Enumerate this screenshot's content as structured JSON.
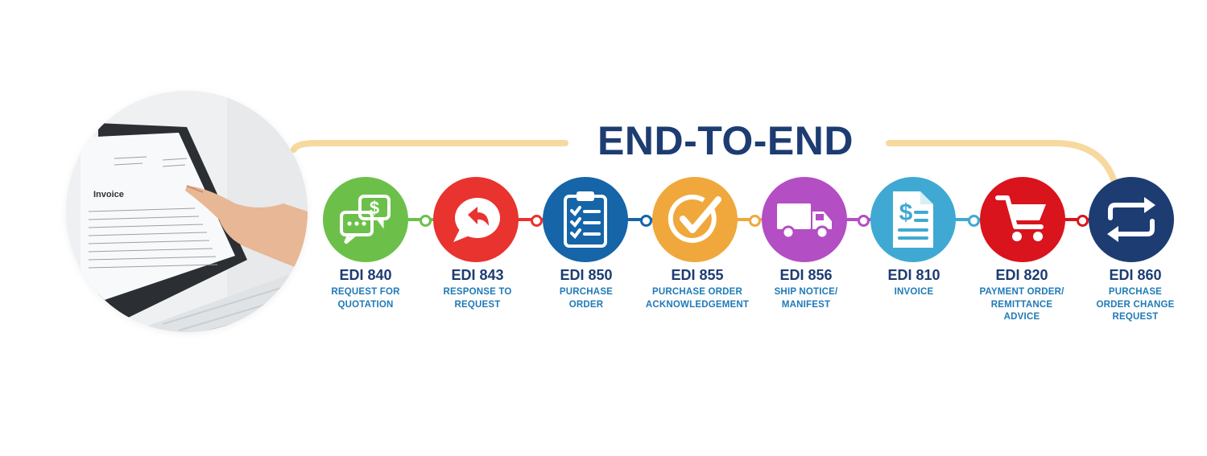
{
  "heading": "END-TO-END",
  "photo": {
    "screen_title": "Invoice",
    "icon": "invoice-photo"
  },
  "steps": [
    {
      "code": "EDI 840",
      "line1": "REQUEST FOR",
      "line2": "QUOTATION",
      "line3": "",
      "color": "#6cc04a",
      "icon": "chat-dollar-icon"
    },
    {
      "code": "EDI 843",
      "line1": "RESPONSE TO",
      "line2": "REQUEST",
      "line3": "",
      "color": "#e8332f",
      "icon": "reply-bubble-icon"
    },
    {
      "code": "EDI 850",
      "line1": "PURCHASE",
      "line2": "ORDER",
      "line3": "",
      "color": "#1565a8",
      "icon": "clipboard-checklist-icon"
    },
    {
      "code": "EDI 855",
      "line1": "PURCHASE ORDER",
      "line2": "ACKNOWLEDGEMENT",
      "line3": "",
      "color": "#f0a83c",
      "icon": "check-circle-icon"
    },
    {
      "code": "EDI 856",
      "line1": "SHIP NOTICE/",
      "line2": "MANIFEST",
      "line3": "",
      "color": "#b34ec4",
      "icon": "truck-icon"
    },
    {
      "code": "EDI 810",
      "line1": "INVOICE",
      "line2": "",
      "line3": "",
      "color": "#3fa9d3",
      "icon": "invoice-document-icon"
    },
    {
      "code": "EDI 820",
      "line1": "PAYMENT ORDER/",
      "line2": "REMITTANCE",
      "line3": "ADVICE",
      "color": "#d9141c",
      "icon": "shopping-cart-icon"
    },
    {
      "code": "EDI 860",
      "line1": "PURCHASE",
      "line2": "ORDER CHANGE",
      "line3": "REQUEST",
      "color": "#1d3c72",
      "icon": "exchange-arrows-icon"
    }
  ],
  "arc_color": "#f7d9a0"
}
